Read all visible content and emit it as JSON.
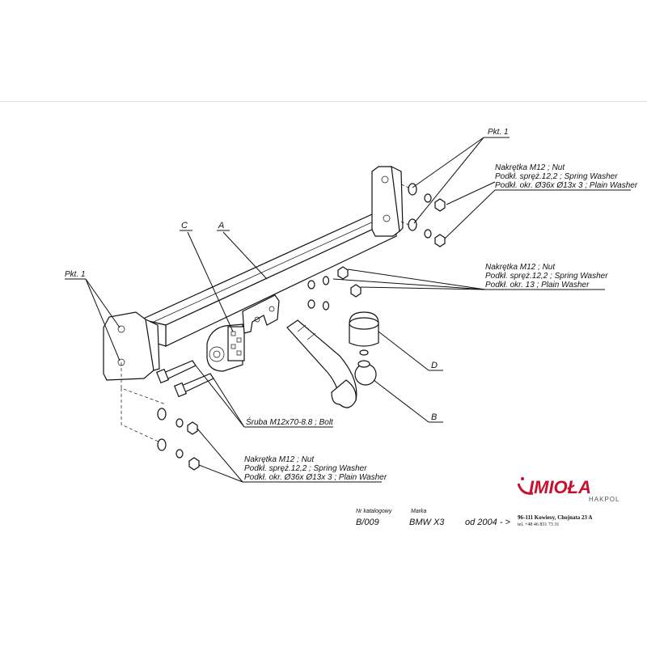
{
  "labels": {
    "pkt_top": "Pkt. 1",
    "pkt_left": "Pkt. 1",
    "part_a": "A",
    "part_b": "B",
    "part_c": "C",
    "part_d": "D",
    "hw_top_nut": "Nakrętka  M12 ; Nut",
    "hw_top_spring": "Podkł. spręż.12,2 ; Spring Washer",
    "hw_top_plain": "Podkł. okr.  Ø36x Ø13x 3 ; Plain Washer",
    "hw_mid_nut": "Nakrętka  M12 ; Nut",
    "hw_mid_spring": "Podkł. spręż.12,2 ; Spring Washer",
    "hw_mid_plain": "Podkł. okr. 13 ; Plain Washer",
    "bolt": "Śruba M12x70-8.8 ;  Bolt",
    "hw_bot_nut": "Nakrętka  M12 ; Nut",
    "hw_bot_spring": "Podkł. spręż.12,2 ; Spring Washer",
    "hw_bot_plain": "Podkł. okr.  Ø36x Ø13x 3 ; Plain Washer"
  },
  "footer": {
    "catalog_label": "Nr katalogowy",
    "catalog_value": "B/009",
    "brand_label": "Marka",
    "brand_value": "BMW  X3",
    "since": "od  2004 - >",
    "logo_main": "IMIOŁA",
    "logo_sub": "HAKPOL",
    "address": "96-111 Kowiesy, Chojnata 23 A",
    "tel": "tel. +48 46 831 73 31"
  },
  "colors": {
    "logo_red": "#c8102e",
    "line": "#111111"
  }
}
